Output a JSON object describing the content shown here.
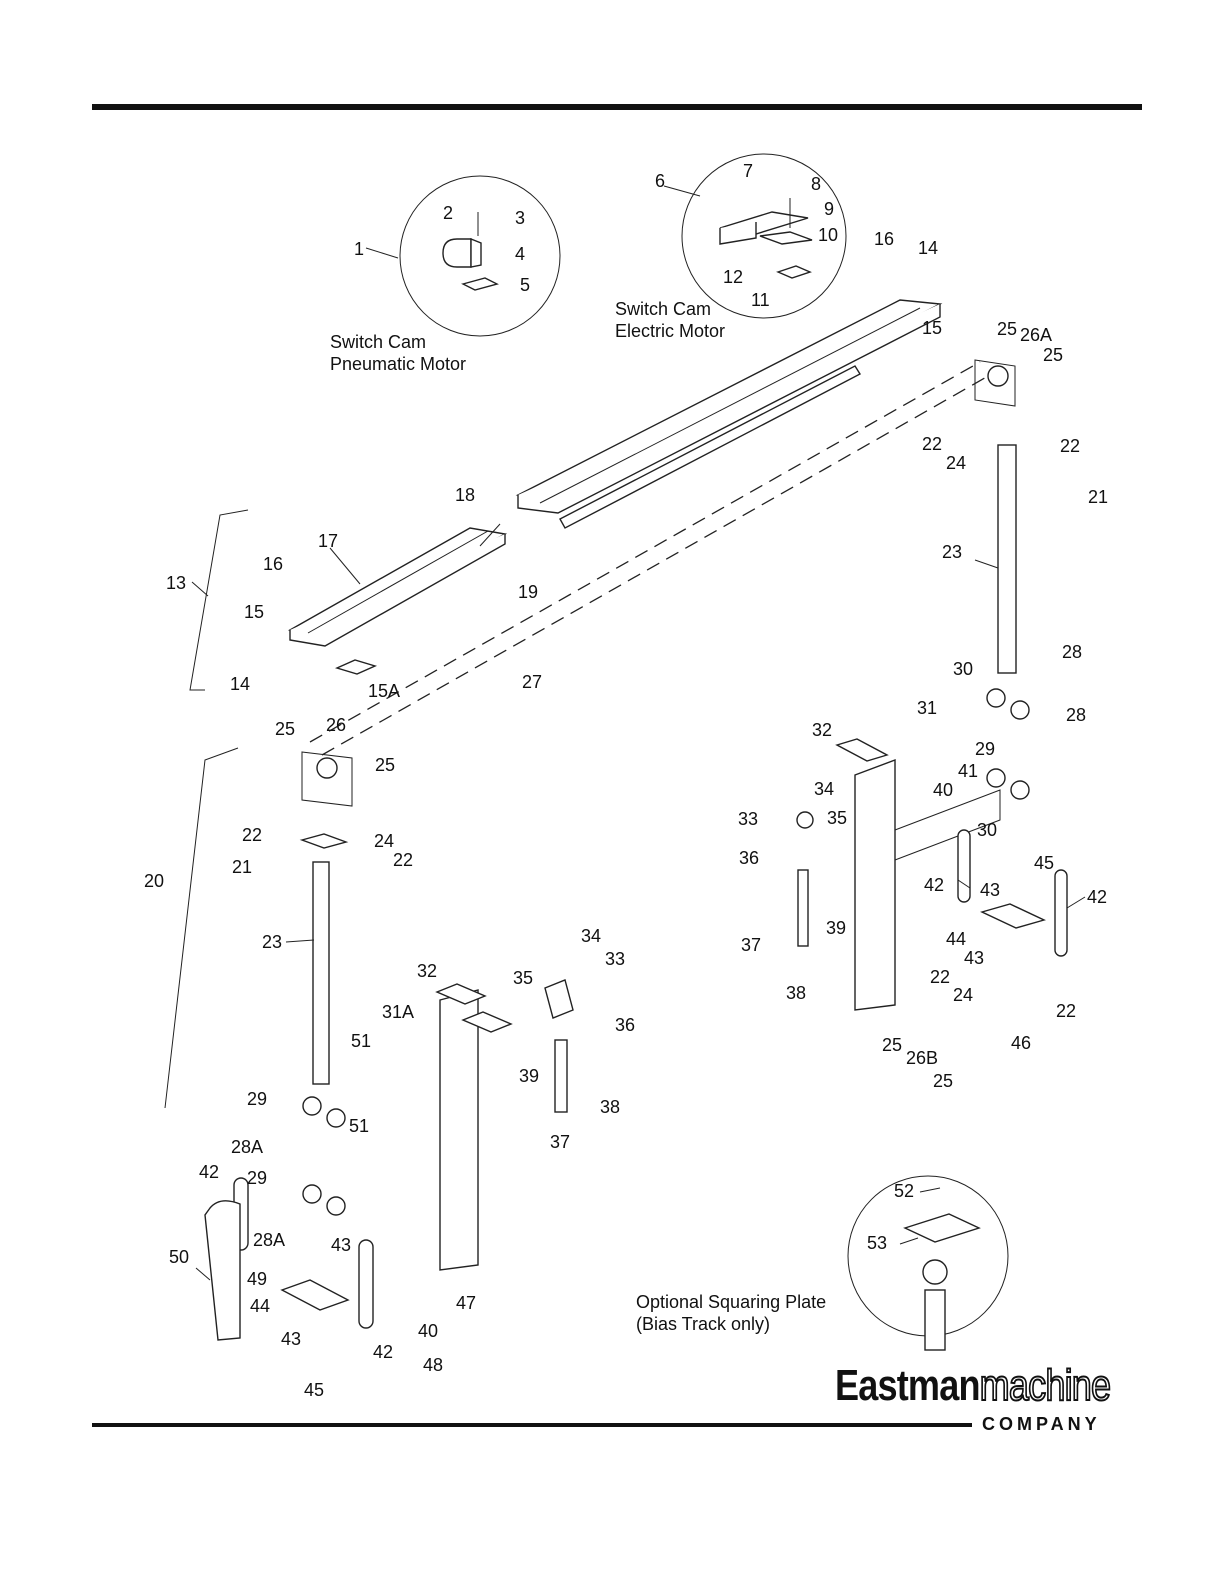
{
  "captions": {
    "pneumatic": [
      "Switch Cam",
      "Pneumatic Motor"
    ],
    "electric": [
      "Switch Cam",
      "Electric Motor"
    ],
    "squaring": [
      "Optional Squaring Plate",
      "(Bias Track only)"
    ]
  },
  "logo": {
    "word_bold": "Eastman",
    "word_outline": "machine",
    "sub": "COMPANY"
  },
  "callouts": {
    "c1": "1",
    "c2": "2",
    "c3": "3",
    "c4": "4",
    "c5": "5",
    "c6": "6",
    "c7": "7",
    "c8": "8",
    "c9": "9",
    "c10": "10",
    "c11": "11",
    "c12": "12",
    "c16a": "16",
    "c14a": "14",
    "c15a": "15",
    "c25a": "25",
    "c26A": "26A",
    "c25b": "25",
    "c22a": "22",
    "c24a": "24",
    "c22b": "22",
    "c21a": "21",
    "c23a": "23",
    "c18": "18",
    "c17": "17",
    "c16b": "16",
    "c13": "13",
    "c19": "19",
    "c15b": "15",
    "c14b": "14",
    "c15A": "15A",
    "c27": "27",
    "c28a": "28",
    "c30a": "30",
    "c31a": "31",
    "c28b": "28",
    "c32a": "32",
    "c29a": "29",
    "c41": "41",
    "c25c": "25",
    "c26": "26",
    "c25d": "25",
    "c34a": "34",
    "c40a": "40",
    "c33a": "33",
    "c35a": "35",
    "c30b": "30",
    "c22c": "22",
    "c24b": "24",
    "c22d": "22",
    "c36a": "36",
    "c21b": "21",
    "c20": "20",
    "c45a": "45",
    "c42a": "42",
    "c43a": "43",
    "c42b": "42",
    "c23b": "23",
    "c39a": "39",
    "c44a": "44",
    "c37a": "37",
    "c43b": "43",
    "c34b": "34",
    "c33b": "33",
    "c22e": "22",
    "c38a": "38",
    "c32b": "32",
    "c35b": "35",
    "c24c": "24",
    "c22f": "22",
    "c31A": "31A",
    "c36b": "36",
    "c51a": "51",
    "c46": "46",
    "c25e": "25",
    "c26B": "26B",
    "c25f": "25",
    "c39b": "39",
    "c29b": "29",
    "c38b": "38",
    "c28Aa": "28A",
    "c51b": "51",
    "c37b": "37",
    "c42c": "42",
    "c29c": "29",
    "c52": "52",
    "c53": "53",
    "c28Ab": "28A",
    "c43c": "43",
    "c50": "50",
    "c49": "49",
    "c47": "47",
    "c44b": "44",
    "c40b": "40",
    "c43d": "43",
    "c42d": "42",
    "c48": "48",
    "c45b": "45"
  }
}
